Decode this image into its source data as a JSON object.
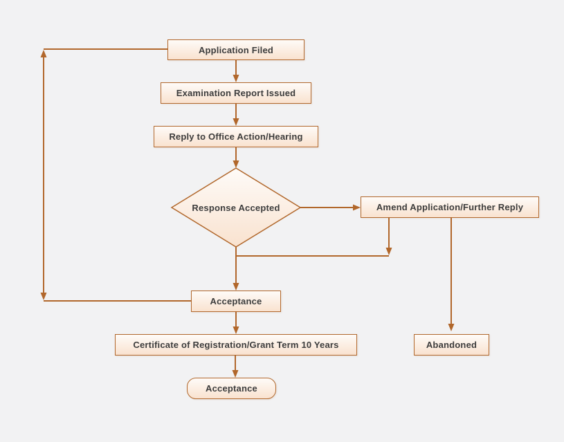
{
  "colors": {
    "background": "#f2f2f3",
    "line": "#b1672b",
    "node_border": "#b1672b",
    "node_fill_top": "#fefbf8",
    "node_fill_bottom": "#f9e2cf",
    "text": "#3c3c3c"
  },
  "flowchart": {
    "nodes": [
      {
        "id": "application-filed",
        "label": "Application Filed",
        "shape": "process"
      },
      {
        "id": "examination-report-issued",
        "label": "Examination Report Issued",
        "shape": "process"
      },
      {
        "id": "reply-to-office-action-hearing",
        "label": "Reply to Office Action/Hearing",
        "shape": "process"
      },
      {
        "id": "response-accepted",
        "label": "Response Accepted",
        "shape": "decision"
      },
      {
        "id": "amend-application-further-reply",
        "label": "Amend Application/Further Reply",
        "shape": "process"
      },
      {
        "id": "acceptance",
        "label": "Acceptance",
        "shape": "process"
      },
      {
        "id": "certificate-of-registration",
        "label": "Certificate of Registration/Grant Term 10 Years",
        "shape": "process"
      },
      {
        "id": "abandoned",
        "label": "Abandoned",
        "shape": "process"
      },
      {
        "id": "acceptance-terminal",
        "label": "Acceptance",
        "shape": "terminator"
      }
    ]
  }
}
